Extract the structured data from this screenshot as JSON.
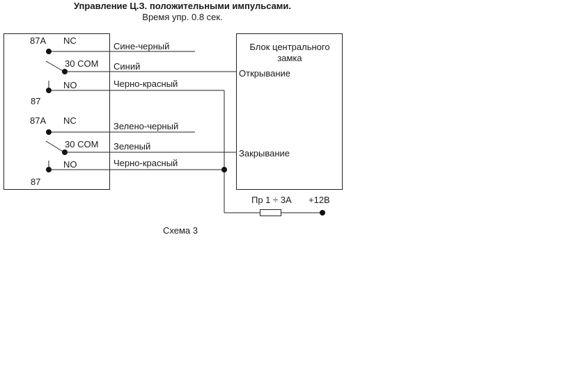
{
  "header": {
    "title": "Управление Ц.З. положительными импульсами.",
    "subtitle": "Время упр. 0.8 сек."
  },
  "relay1": {
    "nc_pin": "87A",
    "nc_label": "NC",
    "com_label": "30 COM",
    "no_label": "NO",
    "no_pin": "87",
    "wire_nc": "Сине-черный",
    "wire_com": "Синий",
    "wire_no": "Черно-красный"
  },
  "relay2": {
    "nc_pin": "87A",
    "nc_label": "NC",
    "com_label": "30 COM",
    "no_label": "NO",
    "no_pin": "87",
    "wire_nc": "Зелено-черный",
    "wire_com": "Зеленый",
    "wire_no": "Черно-красный"
  },
  "lock_unit": {
    "title_line1": "Блок центрального",
    "title_line2": "замка",
    "input_open": "Открывание",
    "input_close": "Закрывание"
  },
  "power": {
    "fuse_label": "Пр 1 ÷ 3А",
    "supply_label": "+12В"
  },
  "caption": "Схема 3"
}
